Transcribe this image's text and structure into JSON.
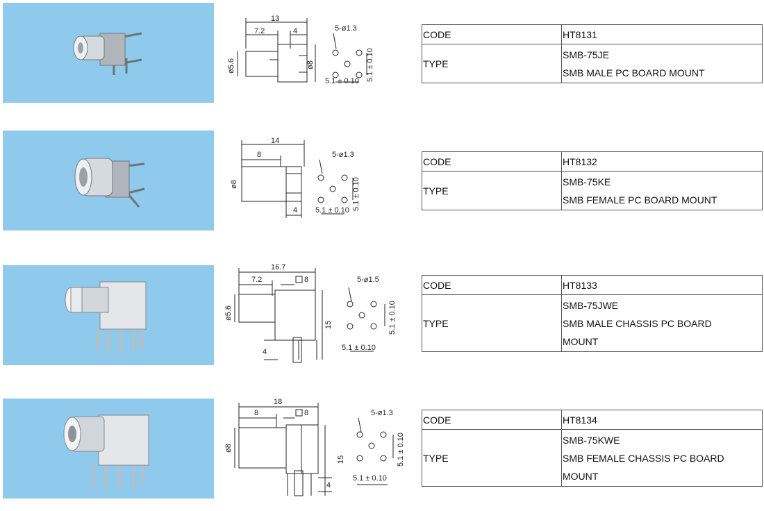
{
  "colors": {
    "photo_bg": "#8fc9ec",
    "border": "#555555",
    "metal": "#c9cfd4"
  },
  "products": [
    {
      "code_label": "CODE",
      "code": "HT8131",
      "type_label": "TYPE",
      "type_lines": [
        "SMB-75JE",
        "SMB MALE PC BOARD MOUNT"
      ],
      "dims": {
        "overall": "13",
        "front": "7.2",
        "rear": "4",
        "dia_small": "ø5.6",
        "dia_body": "ø8",
        "holes": "5-ø1.3",
        "pitch_v": "5.1 ± 0.10",
        "pitch_h": "5.1 ± 0.10"
      }
    },
    {
      "code_label": "CODE",
      "code": "HT8132",
      "type_label": "TYPE",
      "type_lines": [
        "SMB-75KE",
        "SMB FEMALE PC BOARD MOUNT"
      ],
      "dims": {
        "overall": "14",
        "front": "8",
        "rear": "4",
        "dia_body": "ø8",
        "holes": "5-ø1.3",
        "pitch_v": "5.1 ± 0.10",
        "pitch_h": "5.1 ± 0.10"
      }
    },
    {
      "code_label": "CODE",
      "code": "HT8133",
      "type_label": "TYPE",
      "type_lines": [
        "SMB-75JWE",
        "SMB MALE CHASSIS PC BOARD",
        "MOUNT"
      ],
      "dims": {
        "overall": "16.7",
        "front": "7.2",
        "square": "8",
        "dia_small": "ø5.6",
        "height": "15",
        "pin": "4",
        "holes": "5-ø1.5",
        "pitch_v": "5.1 ± 0.10",
        "pitch_h": "5.1 ± 0.10"
      }
    },
    {
      "code_label": "CODE",
      "code": "HT8134",
      "type_label": "TYPE",
      "type_lines": [
        "SMB-75KWE",
        "SMB FEMALE CHASSIS PC BOARD",
        "MOUNT"
      ],
      "dims": {
        "overall": "18",
        "front": "8",
        "square": "8",
        "dia_body": "ø8",
        "height": "15",
        "pin": "4",
        "holes": "5-ø1.3",
        "pitch_v": "5.1 ± 0.10",
        "pitch_h": "5.1 ± 0.10"
      }
    }
  ]
}
